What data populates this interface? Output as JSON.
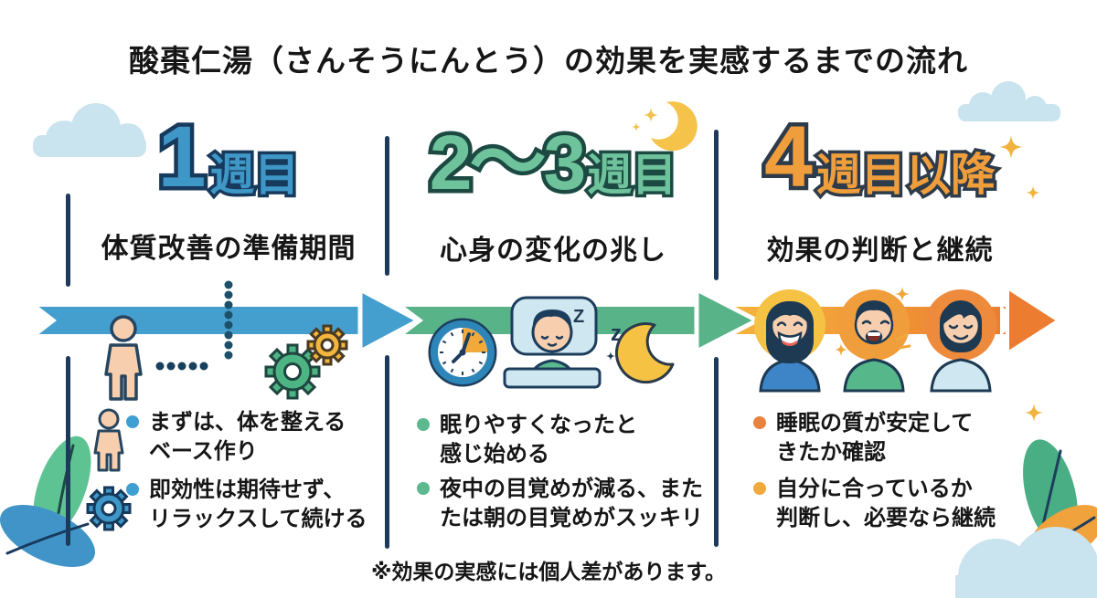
{
  "title": "酸棗仁湯（さんそうにんとう）の効果を実感するまでの流れ",
  "columns": [
    {
      "week_number": "1",
      "week_unit": "週目",
      "subtitle": "体質改善の準備期間",
      "accent": "#3e97c6",
      "bullets": [
        {
          "text": "まずは、体を整える\nベース作り"
        },
        {
          "text": "即効性は期待せず、\nリラックスして続ける"
        }
      ]
    },
    {
      "week_number": "2〜3",
      "week_unit": "週目",
      "subtitle": "心身の変化の兆し",
      "accent": "#5cb98f",
      "bullets": [
        {
          "text": "眠りやすくなったと\n感じ始める"
        },
        {
          "text": "夜中の目覚めが減る、また\nたは朝の目覚めがスッキリ"
        }
      ]
    },
    {
      "week_number": "4",
      "week_unit": "週目以降",
      "subtitle": "効果の判断と継続",
      "accent": "#f09d3c",
      "bullets": [
        {
          "text": "睡眠の質が安定して\nきたか確認"
        },
        {
          "text": "自分に合っているか\n判断し、必要なら継続"
        }
      ]
    }
  ],
  "footer_note": "※効果の実感には個人差があります。",
  "sleep_icon": {
    "pillow_z": "Z",
    "floating_z": "z"
  },
  "colors": {
    "arrow_blue": "#459fce",
    "arrow_green": "#58b389",
    "arrow_orange_light": "#f5b43e",
    "arrow_orange": "#ec7d30",
    "accent_blue": "#3e97c6",
    "accent_green": "#6fc39c",
    "accent_orange": "#f09d3c",
    "outline_navy": "#1d3a5a",
    "cloud_blue": "#c9e4ee",
    "skin": "#f8cfae",
    "moon_yellow": "#f6c244",
    "text_black": "#161616"
  },
  "icon_names": [
    "cloud",
    "leaf",
    "sparkle",
    "human-figure",
    "gear-wheels",
    "clock",
    "sleeping-person",
    "crescent-moon",
    "smiling-woman-face",
    "smiling-man-face",
    "calm-person-face"
  ]
}
